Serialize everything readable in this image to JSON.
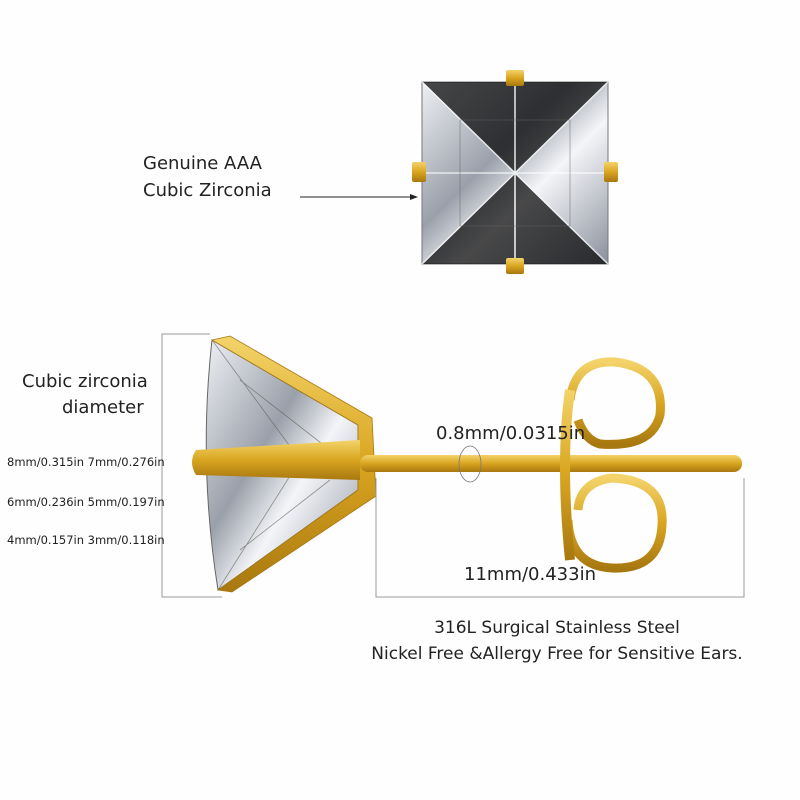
{
  "top_label": {
    "line1": "Genuine AAA",
    "line2": "Cubic Zirconia"
  },
  "side_label": {
    "line1": "Cubic zirconia",
    "line2": "diameter"
  },
  "sizes": [
    "8mm/0.315in 7mm/0.276in",
    "6mm/0.236in 5mm/0.197in",
    "4mm/0.157in 3mm/0.118in"
  ],
  "pin_thickness": "0.8mm/0.0315in",
  "pin_length": "11mm/0.433in",
  "material": {
    "line1": "316L Surgical Stainless Steel",
    "line2": "Nickel Free &Allergy Free for Sensitive Ears."
  },
  "colors": {
    "gold": "#d9a520",
    "gold_dark": "#a87810",
    "stone": "#c8ccd4",
    "line": "#888888"
  }
}
